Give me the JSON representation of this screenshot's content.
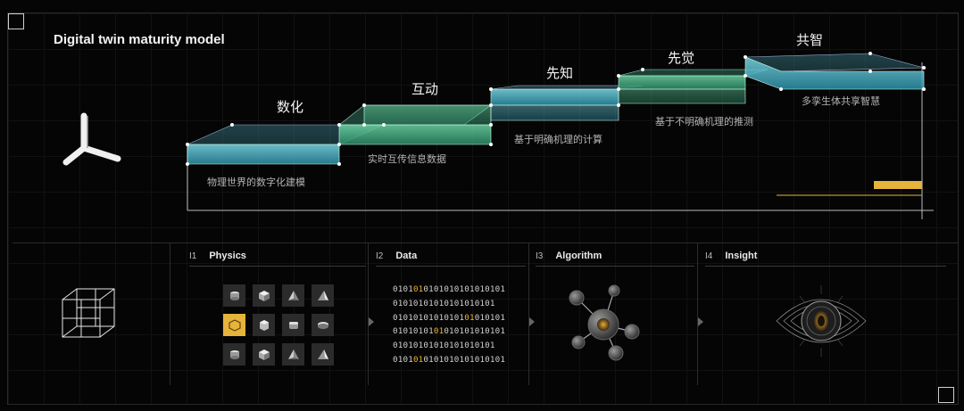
{
  "title": "Digital twin maturity model",
  "stages": [
    {
      "name": "数化",
      "desc": "物理世界的数字化建模"
    },
    {
      "name": "互动",
      "desc": "实时互传信息数据"
    },
    {
      "name": "先知",
      "desc": "基于明确机理的计算"
    },
    {
      "name": "先觉",
      "desc": "基于不明确机理的推测"
    },
    {
      "name": "共智",
      "desc": "多孪生体共享智慧"
    }
  ],
  "panels": [
    {
      "index": "I1",
      "label": "Physics"
    },
    {
      "index": "I2",
      "label": "Data"
    },
    {
      "index": "I3",
      "label": "Algorithm"
    },
    {
      "index": "I4",
      "label": "Insight"
    }
  ],
  "data_rows": [
    {
      "a": "0101",
      "h": "01",
      "b": "0101010101010101"
    },
    {
      "a": "01010101010101010101",
      "h": "",
      "b": ""
    },
    {
      "a": "01010101010101",
      "h": "01",
      "b": "010101"
    },
    {
      "a": "01010101",
      "h": "01",
      "b": "010101010101"
    },
    {
      "a": "01010101010101010101",
      "h": "",
      "b": ""
    },
    {
      "a": "0101",
      "h": "01",
      "b": "0101010101010101"
    }
  ],
  "icons": {
    "axis": "3d-axis-icon",
    "cube": "wireframe-cube-icon",
    "algorithm": "molecule-network-icon",
    "insight": "eye-sphere-icon"
  },
  "colors": {
    "accent": "#e6b43a",
    "cyan": "#5bc4d6",
    "green": "#4fb58c"
  }
}
